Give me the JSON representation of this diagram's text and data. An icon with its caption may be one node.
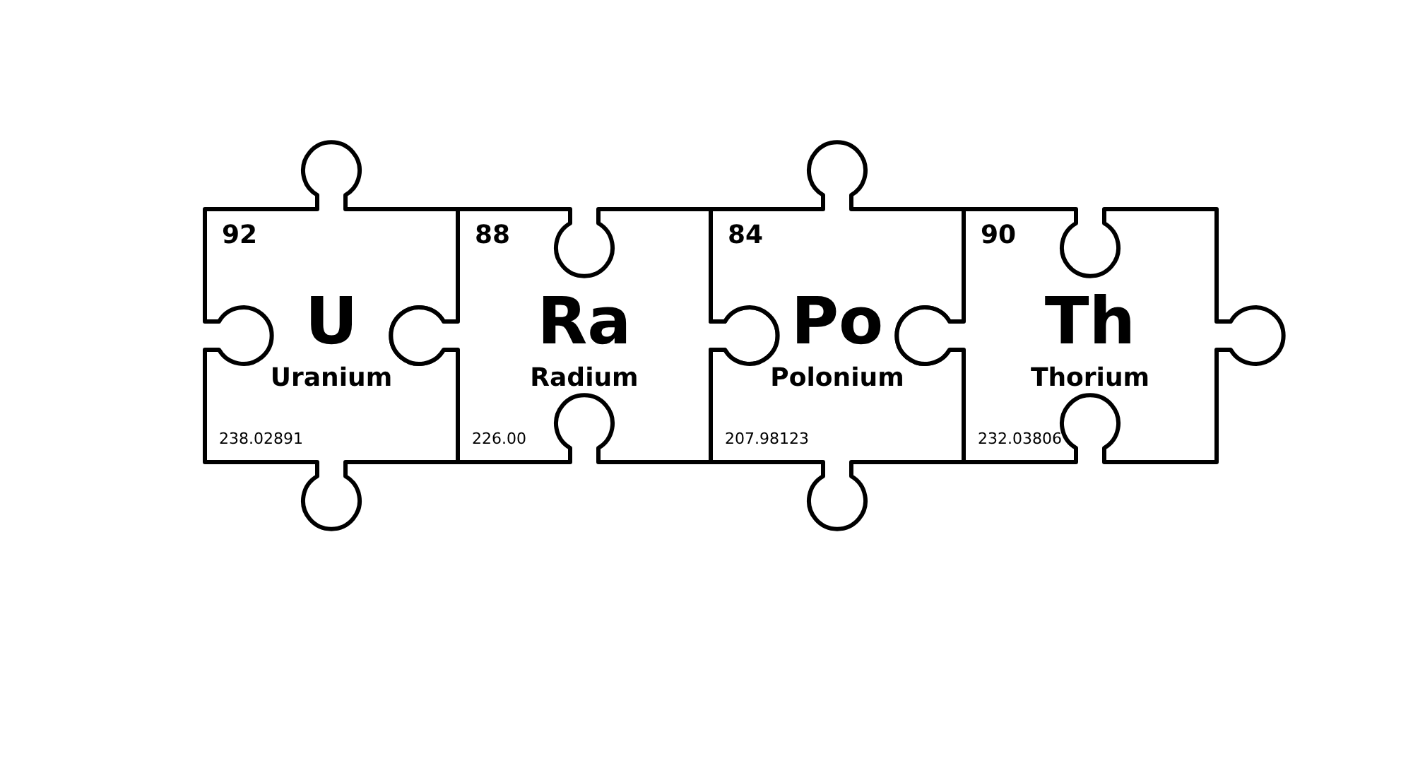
{
  "diagram": {
    "nodes": [
      {
        "text": [
          "92",
          "U",
          "Uranium",
          "238.02891"
        ]
      },
      {
        "text": [
          "88",
          "Ra",
          "Radium",
          "226.00"
        ]
      },
      {
        "text": [
          "84",
          "Po",
          "Polonium",
          "207.98123"
        ]
      },
      {
        "text": [
          "90",
          "Th",
          "Thorium",
          "232.03806"
        ]
      }
    ]
  }
}
